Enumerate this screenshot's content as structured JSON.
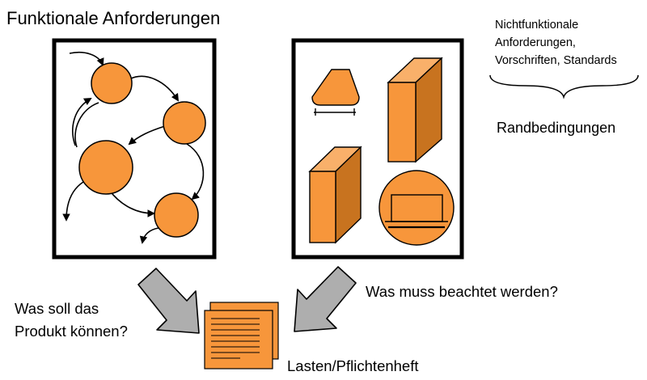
{
  "functional": {
    "title": "Funktionale Anforderungen"
  },
  "nonfunctional": {
    "lines": [
      "Nichtfunktionale",
      "Anforderungen,",
      "Vorschriften, Standards"
    ]
  },
  "constraints": {
    "label": "Randbedingungen"
  },
  "questions": {
    "product_lines": [
      "Was soll das",
      "Produkt können?"
    ],
    "observe": "Was muss beachtet werden?"
  },
  "document": {
    "label": "Lasten/Pflichtenheft"
  },
  "colors": {
    "accent": "#F7963B",
    "accent_dark": "#C8731F",
    "arrow": "#AEAEAE",
    "frame": "#000000"
  }
}
